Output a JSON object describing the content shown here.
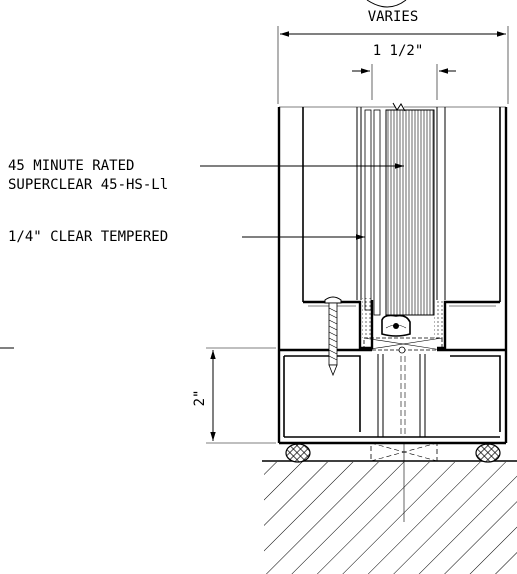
{
  "labels": {
    "varies": "VARIES",
    "glass_width": "1 1/2\"",
    "rated_line1": "45 MINUTE RATED",
    "rated_line2": "SUPERCLEAR 45-HS-Ll",
    "tempered": "1/4\" CLEAR TEMPERED",
    "height": "2\""
  }
}
